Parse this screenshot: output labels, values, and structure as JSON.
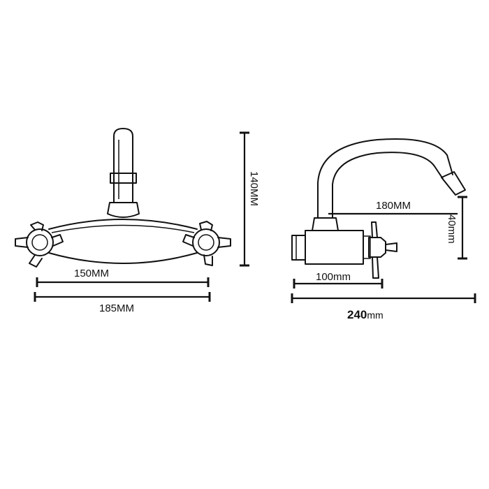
{
  "front_view": {
    "width_inner_label": "150MM",
    "width_outer_label": "185MM",
    "height_label": "140MM"
  },
  "side_view": {
    "spout_reach_label": "180MM",
    "spout_drop_label": "40mm",
    "body_length_label": "100mm",
    "total_length_number": "240",
    "total_length_unit": "mm"
  }
}
